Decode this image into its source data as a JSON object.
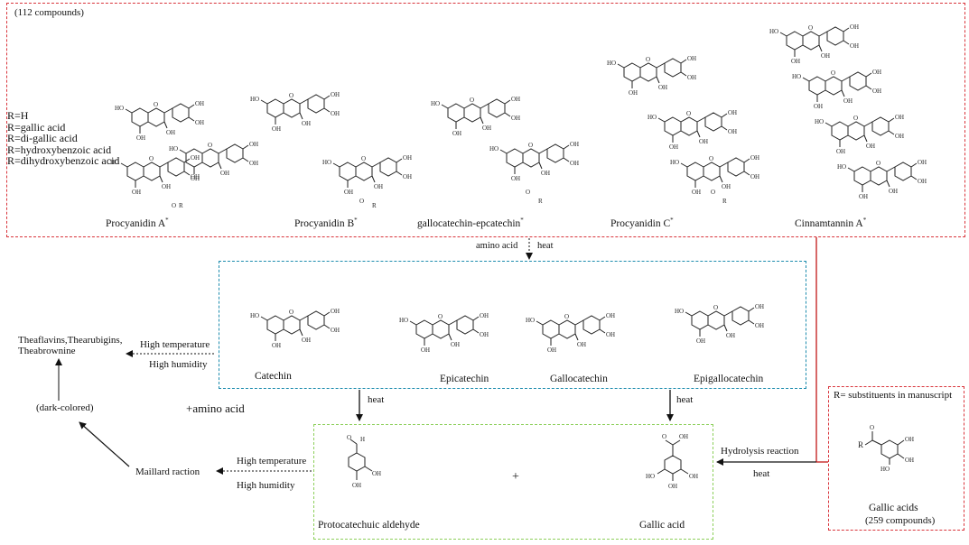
{
  "colors": {
    "red_box": "#d9343b",
    "blue_box": "#1d8cae",
    "green_box": "#8ccf5a",
    "arrow": "#111111",
    "red_line": "#c62828"
  },
  "top": {
    "count": "(112 compounds)",
    "r_groups": [
      "R=H",
      "R=gallic acid",
      "R=di-gallic acid",
      "R=hydroxybenzoic acid",
      "R=dihydroxybenzoic acid"
    ],
    "compounds": [
      {
        "name": "Procyanidin A",
        "mark": "*"
      },
      {
        "name": "Procyanidin B",
        "mark": "*"
      },
      {
        "name": "gallocatechin-epcatechin",
        "mark": "*"
      },
      {
        "name": "Procyanidin C",
        "mark": "*"
      },
      {
        "name": "Cinnamtannin A",
        "mark": "*"
      }
    ]
  },
  "step1": {
    "left": "amino acid",
    "right": "heat"
  },
  "middle": {
    "compounds": [
      "Catechin",
      "Epicatechin",
      "Gallocatechin",
      "Epigallocatechin"
    ]
  },
  "left_side": {
    "products": "Theaflavins,Thearubigins,",
    "products2": "Theabrownine",
    "dark": "(dark-colored)",
    "cond1_top": "High temperature",
    "cond1_bottom": "High humidity",
    "amino": "+amino acid",
    "maillard": "Maillard raction",
    "cond2_top": "High temperature",
    "cond2_bottom": "High humidity"
  },
  "heat_labels": {
    "left": "heat",
    "right": "heat"
  },
  "bottom": {
    "compound1": "Protocatechuic aldehyde",
    "plus": "+",
    "compound2": "Gallic acid"
  },
  "hydrolysis": {
    "top": "Hydrolysis reaction",
    "bottom": "heat"
  },
  "gallic_box": {
    "header": "R= substituents in manuscript",
    "name": "Gallic acids",
    "count": "(259 compounds)"
  }
}
